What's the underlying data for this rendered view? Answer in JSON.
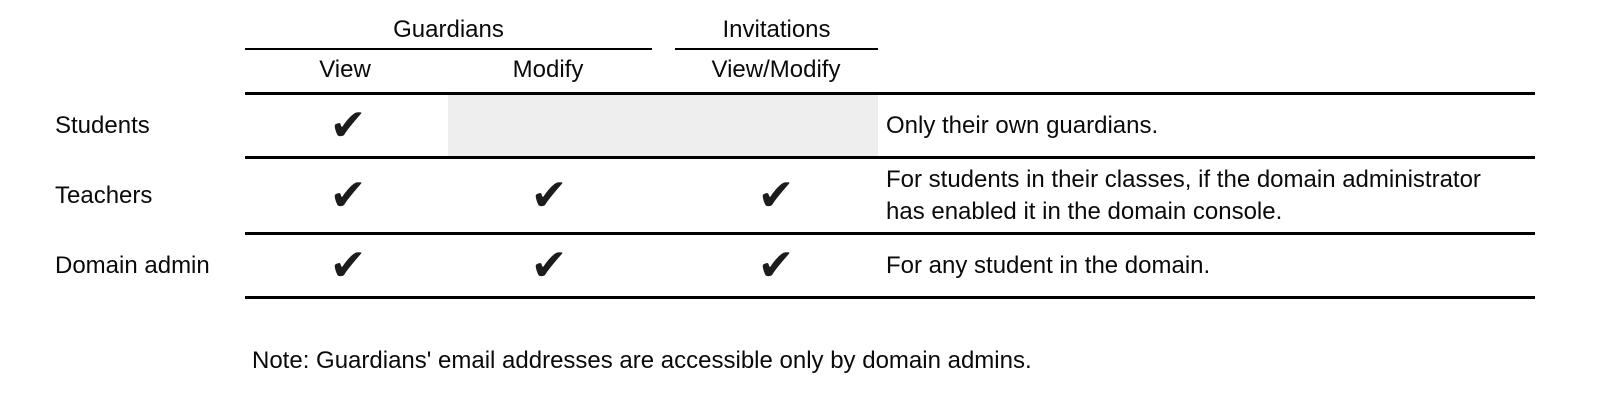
{
  "table": {
    "column_groups": [
      {
        "label": "Guardians",
        "sub_columns": [
          "View",
          "Modify"
        ]
      },
      {
        "label": "Invitations",
        "sub_columns": [
          "View/Modify"
        ]
      }
    ],
    "sub_headers": {
      "view": "View",
      "modify": "Modify",
      "view_modify": "View/Modify"
    },
    "check_glyph": "✔",
    "rows": [
      {
        "role": "Students",
        "permissions": {
          "guardians_view": true,
          "guardians_modify": false,
          "invitations_view_modify": false
        },
        "disabled_cells": [
          "guardians_modify",
          "invitations_view_modify"
        ],
        "note_lines": [
          "Only their own guardians."
        ]
      },
      {
        "role": "Teachers",
        "permissions": {
          "guardians_view": true,
          "guardians_modify": true,
          "invitations_view_modify": true
        },
        "disabled_cells": [],
        "note_lines": [
          "For students in their classes, if the domain administrator",
          "has enabled it in the domain console."
        ]
      },
      {
        "role": "Domain admin",
        "permissions": {
          "guardians_view": true,
          "guardians_modify": true,
          "invitations_view_modify": true
        },
        "disabled_cells": [],
        "note_lines": [
          "For any student in the domain."
        ]
      }
    ]
  },
  "footnote": "Note: Guardians' email addresses are accessible only by domain admins.",
  "colors": {
    "background": "#ffffff",
    "text": "#0a0a0a",
    "rule_line": "#000000",
    "disabled_cell": "#eeeeee"
  }
}
